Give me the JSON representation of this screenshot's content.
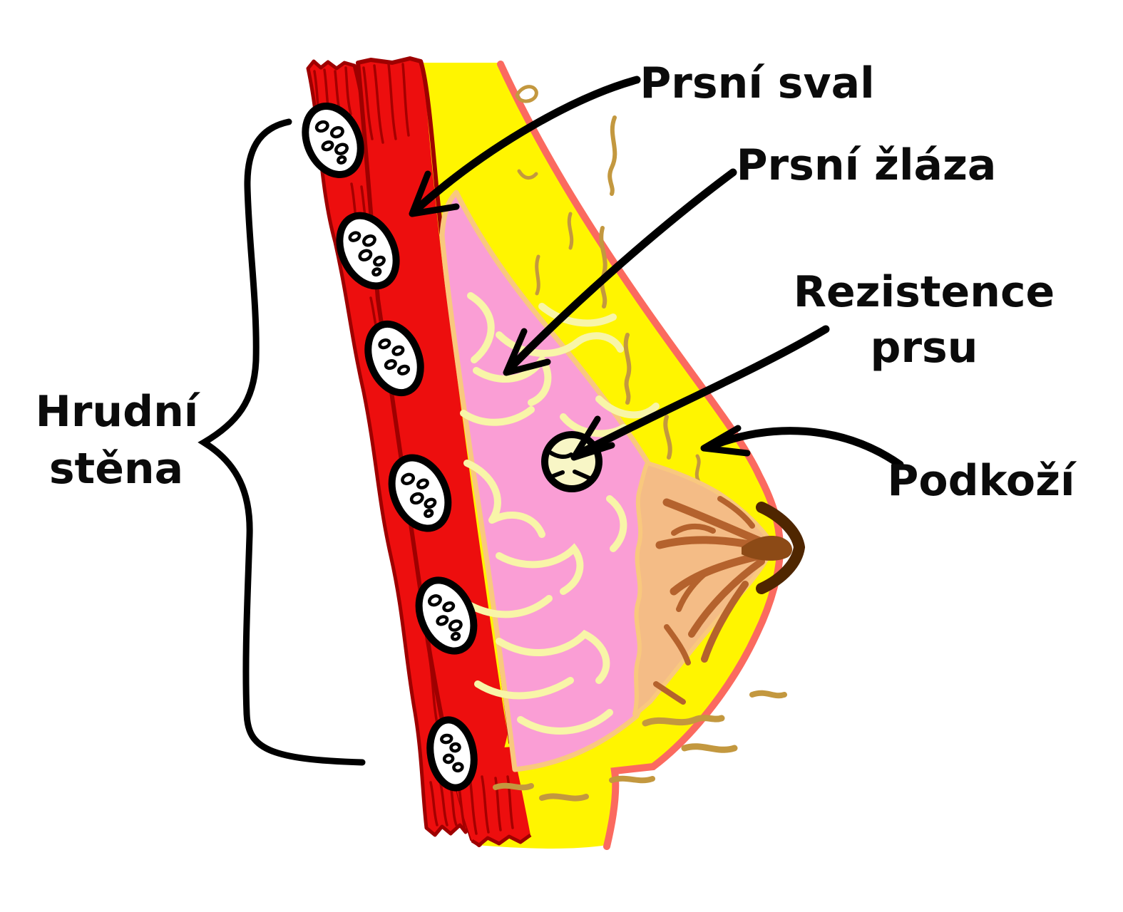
{
  "figure": {
    "type": "anatomical-diagram",
    "subject": "breast cross-section with lump (mammography schematic)",
    "language": "cs",
    "labels": {
      "chest_wall": {
        "line1": "Hrudní",
        "line2": "stěna"
      },
      "pectoral_muscle": "Prsní sval",
      "mammary_gland": "Prsní žláza",
      "breast_lump": {
        "line1": "Rezistence",
        "line2": "prsu"
      },
      "subcutis": "Podkoží"
    },
    "colors": {
      "background": "#FFFFFF",
      "muscle_red": "#ED0E0E",
      "muscle_outline_dark_red": "#9E0000",
      "rib_node_white": "#FFFFFF",
      "fat_yellow": "#FFF500",
      "fat_streak_tan": "#C3983F",
      "gland_pink": "#FA9ED5",
      "gland_border_orange": "#F9C87E",
      "vein_pale_yellow": "#F8F5A8",
      "areola_orange": "#F4BC86",
      "duct_brown": "#B4622D",
      "nipple_dark_brown": "#4F2600",
      "nipple_mid_brown": "#8C4A16",
      "skin_salmon": "#FB6A5F",
      "lump_cream": "#F8F6C6",
      "annotation_black": "#000000"
    }
  }
}
